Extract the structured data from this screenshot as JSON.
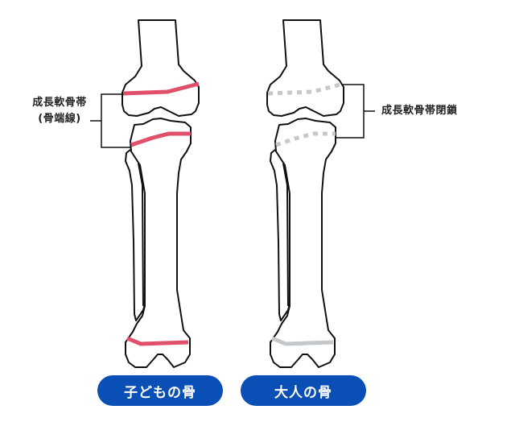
{
  "labels": {
    "child_growth_plate_line1": "成長軟骨帯",
    "child_growth_plate_line2": "(骨端線)",
    "adult_growth_plate_closed": "成長軟骨帯閉鎖"
  },
  "buttons": {
    "child_bone": "子どもの骨",
    "adult_bone": "大人の骨"
  },
  "colors": {
    "growth_plate_open": "#e0506a",
    "growth_plate_closed": "#c4c8ca",
    "bone_outline": "#111111",
    "pill_bg": "#0a4fb5",
    "pill_text": "#ffffff"
  }
}
